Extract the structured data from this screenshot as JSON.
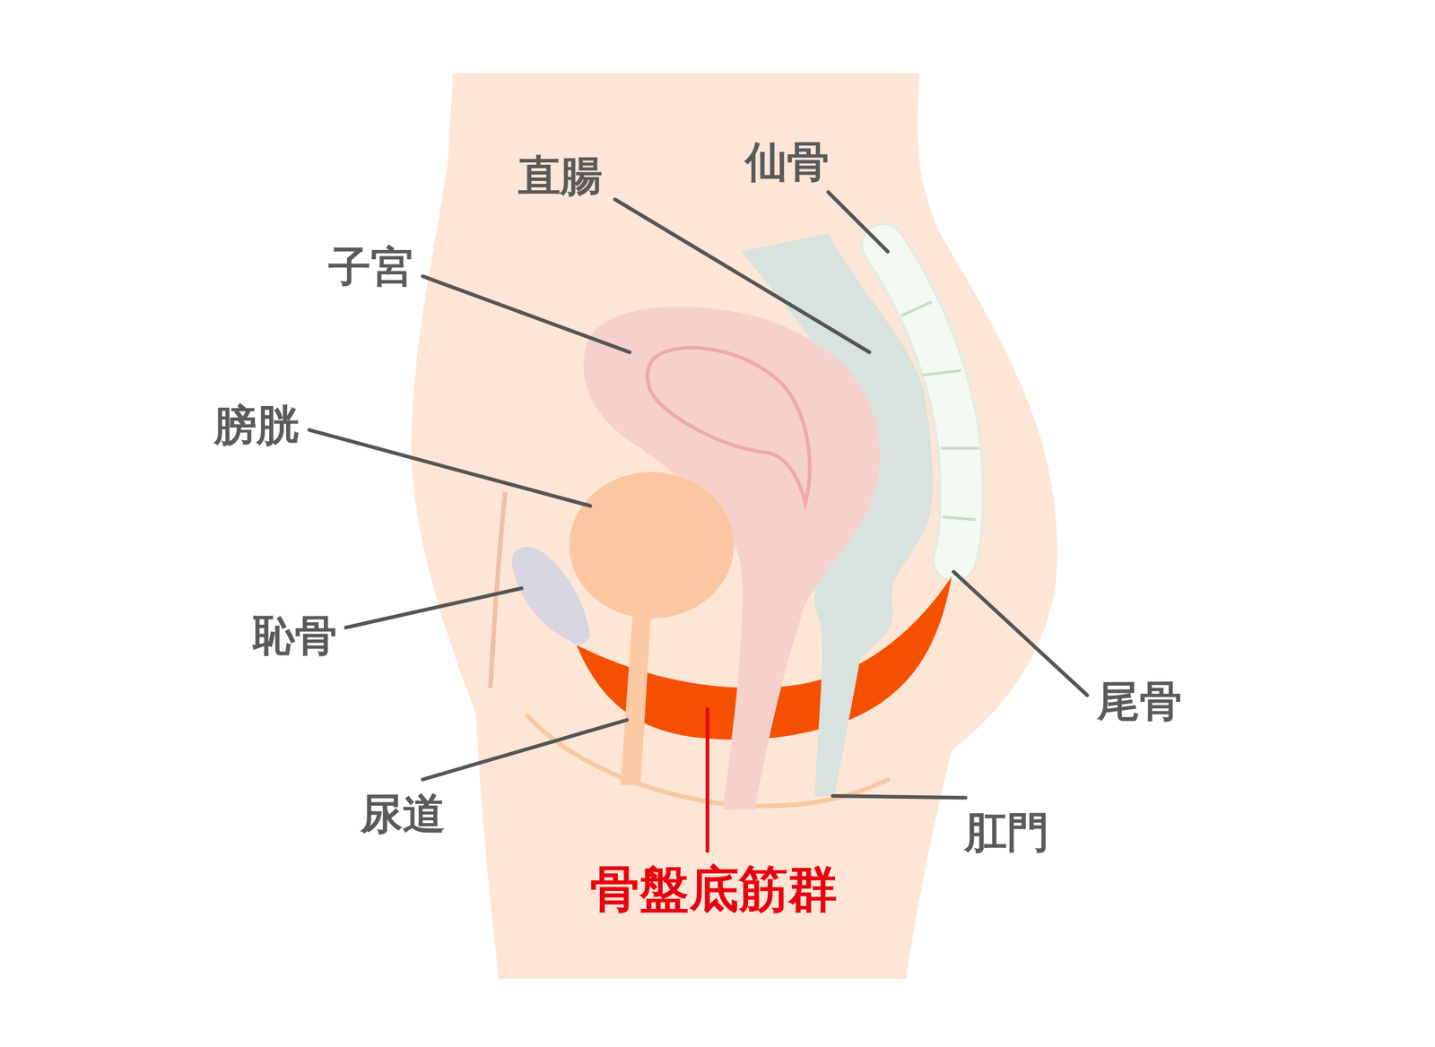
{
  "diagram": {
    "labels": [
      "仙骨",
      "直腸",
      "子宮",
      "膀胱",
      "恥骨",
      "尾骨",
      "尿道",
      "肛門",
      "骨盤底筋群"
    ]
  }
}
